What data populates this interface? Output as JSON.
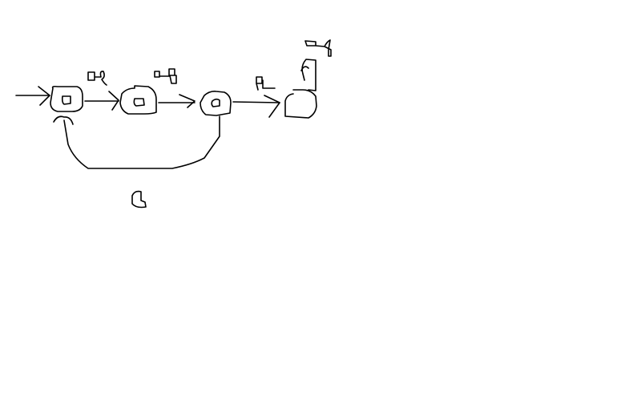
{
  "diagram": {
    "type": "hand-drawn state machine",
    "stroke_color": "#000000",
    "background": "#ffffff",
    "states": [
      {
        "id": "s0",
        "initial": true
      },
      {
        "id": "s1"
      },
      {
        "id": "s2"
      },
      {
        "id": "s3"
      }
    ],
    "transitions": [
      {
        "from": "start",
        "to": "s0"
      },
      {
        "from": "s0",
        "to": "s1",
        "handwritten_label": "a-b"
      },
      {
        "from": "s1",
        "to": "s2",
        "handwritten_label": "a-b"
      },
      {
        "from": "s2",
        "to": "s3",
        "handwritten_label": "a"
      },
      {
        "from": "s3",
        "to": "s3",
        "handwritten_label": "a-b"
      },
      {
        "from": "s2",
        "to": "s0",
        "handwritten_label": "c"
      }
    ]
  }
}
